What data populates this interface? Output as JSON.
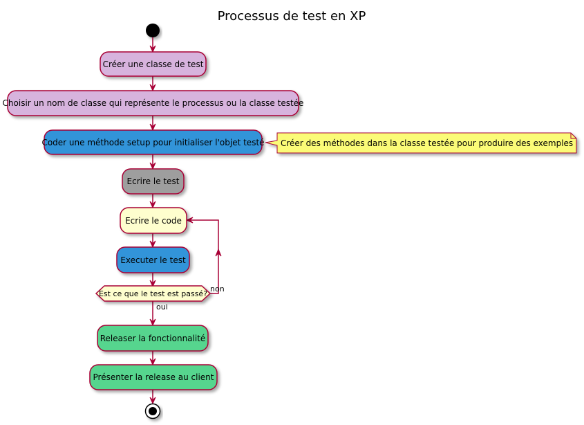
{
  "title": "Processus de test en XP",
  "colors": {
    "border": "#A80036",
    "purple": "#D7B3DD",
    "blue": "#3394D9",
    "gray": "#9E9E9E",
    "cream": "#FEFECE",
    "green": "#56D58E",
    "note": "#FBFB77"
  },
  "nodes": [
    {
      "id": "n1",
      "label": "Créer une classe de test",
      "color": "purple"
    },
    {
      "id": "n2",
      "label": "Choisir un nom de classe qui représente le processus ou la classe testée",
      "color": "purple"
    },
    {
      "id": "n3",
      "label": "Coder une méthode setup pour initialiser l'objet testé",
      "color": "blue"
    },
    {
      "id": "n4",
      "label": "Ecrire le test",
      "color": "gray"
    },
    {
      "id": "n5",
      "label": "Ecrire le code",
      "color": "cream"
    },
    {
      "id": "n6",
      "label": "Executer le test",
      "color": "blue"
    },
    {
      "id": "n7",
      "label": "Releaser la fonctionnalité",
      "color": "green"
    },
    {
      "id": "n8",
      "label": "Présenter la release au client",
      "color": "green"
    }
  ],
  "decision": {
    "label": "Est ce que le test est passé?",
    "yes_label": "oui",
    "no_label": "non"
  },
  "note": {
    "text": "Créer des méthodes dans la classe testée pour produire des exemples",
    "attached_to": "n3"
  },
  "start": "start-node",
  "end": "end-node"
}
